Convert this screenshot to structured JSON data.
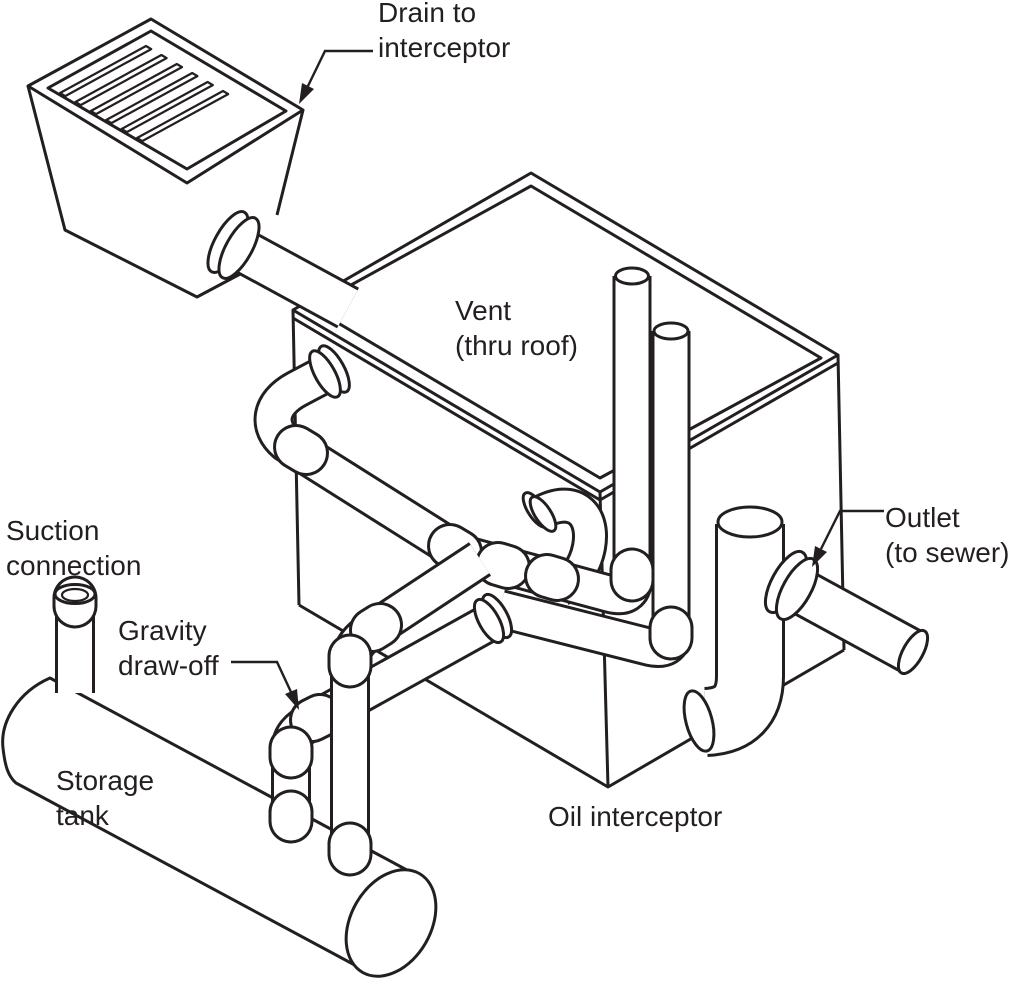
{
  "diagram_type": "isometric plumbing diagram",
  "colors": {
    "line": "#231f20",
    "fill": "#ffffff",
    "background": "#ffffff"
  },
  "labels": {
    "drain": {
      "line1": "Drain to",
      "line2": "interceptor"
    },
    "vent": {
      "line1": "Vent",
      "line2": "(thru roof)"
    },
    "outlet": {
      "line1": "Outlet",
      "line2": "(to sewer)"
    },
    "suction": {
      "line1": "Suction",
      "line2": "connection"
    },
    "gravity": {
      "line1": "Gravity",
      "line2": "draw-off"
    },
    "storage": {
      "line1": "Storage",
      "line2": "tank"
    },
    "interceptor": {
      "line1": "Oil interceptor"
    }
  }
}
